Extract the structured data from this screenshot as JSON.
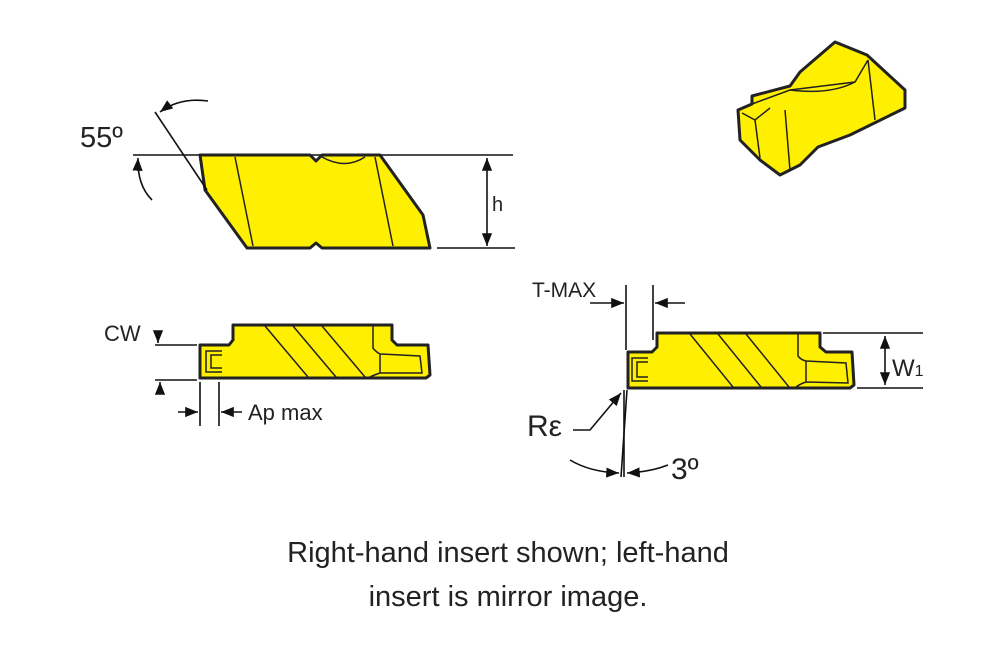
{
  "labels": {
    "angle_55": "55º",
    "height": "h",
    "cw": "CW",
    "ap_max": "Ap max",
    "t_max": "T-MAX",
    "w1_main": "W",
    "w1_sub": "1",
    "r_epsilon": "Rε",
    "angle_3": "3º"
  },
  "caption": {
    "line1": "Right-hand insert shown; left-hand",
    "line2": "insert is mirror image."
  },
  "colors": {
    "insert_fill": "#ffef00",
    "outline": "#222222"
  }
}
